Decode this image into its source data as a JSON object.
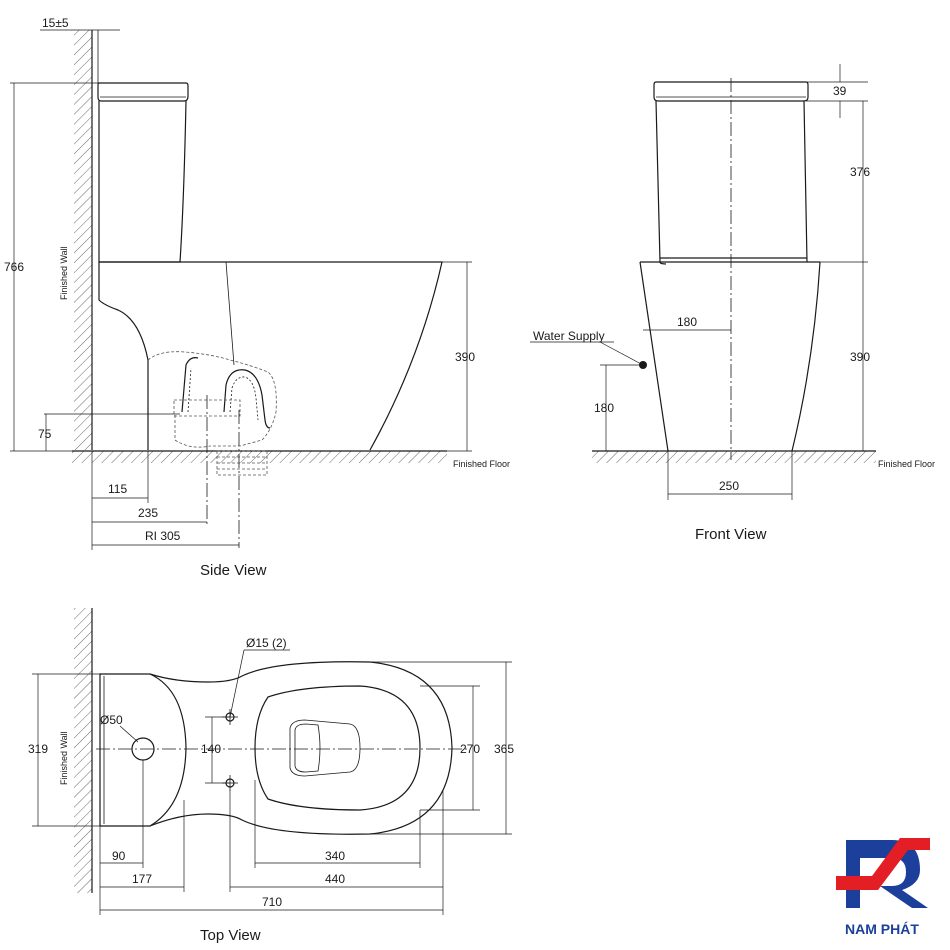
{
  "side_view": {
    "title": "Side View",
    "wall_label": "Finished Wall",
    "floor_label": "Finished Floor",
    "dims": {
      "wall_gap": "15±5",
      "total_height": "766",
      "bowl_height": "390",
      "inlet_height": "75",
      "d115": "115",
      "d235": "235",
      "rough_in": "RI 305"
    }
  },
  "front_view": {
    "title": "Front View",
    "floor_label": "Finished Floor",
    "water_supply_label": "Water Supply",
    "dims": {
      "lid": "39",
      "tank": "376",
      "bowl": "390",
      "supply_offset": "180",
      "supply_height": "180",
      "base_width": "250"
    }
  },
  "top_view": {
    "title": "Top View",
    "wall_label": "Finished Wall",
    "dims": {
      "bolt_holes": "Ø15 (2)",
      "outlet": "Ø50",
      "bolt_spacing": "140",
      "width_319": "319",
      "seat_width": "270",
      "total_width": "365",
      "d90": "90",
      "d177": "177",
      "d340": "340",
      "d440": "440",
      "total_length": "710"
    }
  },
  "logo": {
    "brand": "NAM PHÁT",
    "colors": {
      "blue": "#1b3f9a",
      "red": "#e31e24"
    }
  }
}
